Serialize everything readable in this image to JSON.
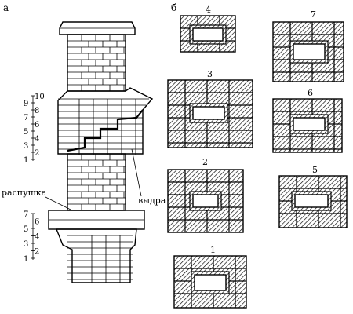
{
  "panel_a_label": "а",
  "panel_b_label": "б",
  "annotations": {
    "raspushka": "распушка",
    "vydra": "выдра"
  },
  "upper_row_numbers": [
    "1",
    "2",
    "3",
    "4",
    "5",
    "6",
    "7",
    "8",
    "9",
    "10"
  ],
  "lower_row_numbers": [
    "1",
    "2",
    "3",
    "4",
    "5",
    "6",
    "7"
  ],
  "cross_sections": [
    {
      "label": "1"
    },
    {
      "label": "2"
    },
    {
      "label": "3"
    },
    {
      "label": "4"
    },
    {
      "label": "5"
    },
    {
      "label": "6"
    },
    {
      "label": "7"
    }
  ],
  "colors": {
    "ink": "#000000",
    "paper": "#ffffff"
  }
}
